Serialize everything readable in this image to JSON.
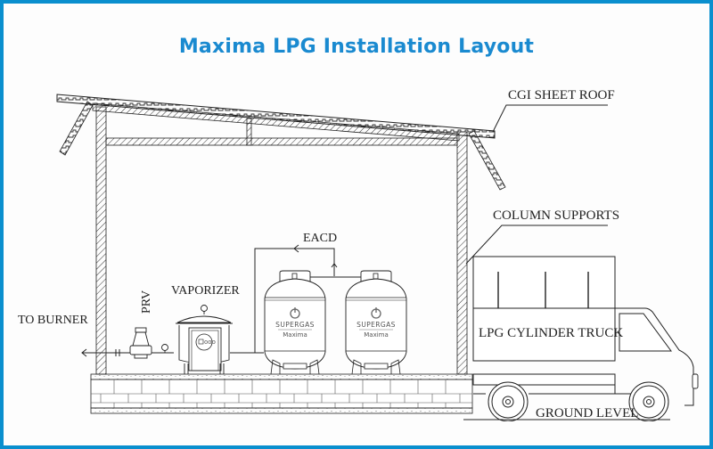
{
  "title": "Maxima LPG Installation Layout",
  "accent_color": "#0a8fce",
  "title_color": "#1a8ad0",
  "labels": {
    "roof": "CGI SHEET ROOF",
    "columns": "COLUMN SUPPORTS",
    "eacd": "EACD",
    "prv": "PRV",
    "vaporizer": "VAPORIZER",
    "to_burner": "TO BURNER",
    "truck": "LPG CYLINDER TRUCK",
    "ground": "GROUND LEVEL"
  },
  "tanks": [
    {
      "brand": "SUPERGAS",
      "model": "Maxima"
    },
    {
      "brand": "SUPERGAS",
      "model": "Maxima"
    }
  ],
  "vaporizer_badge": "ooo"
}
